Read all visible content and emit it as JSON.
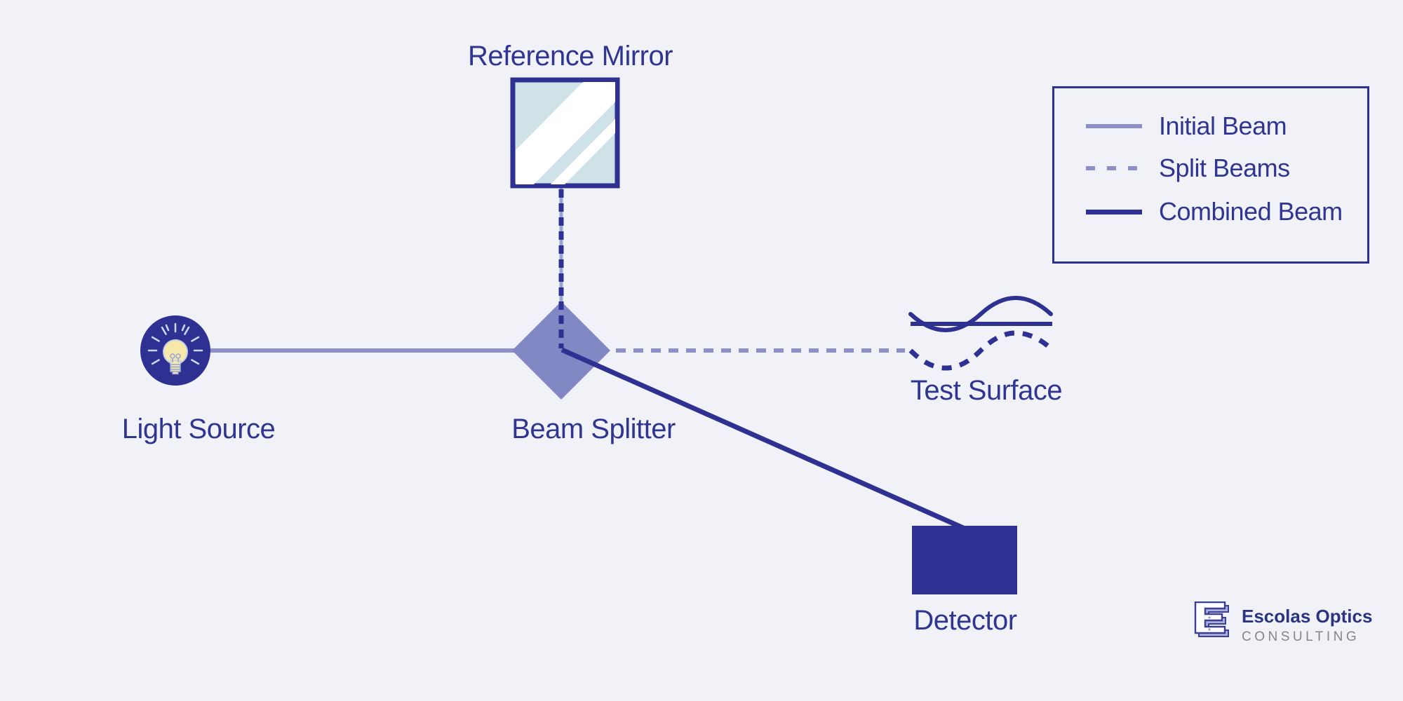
{
  "nodes": {
    "reference_mirror": {
      "label": "Reference Mirror"
    },
    "light_source": {
      "label": "Light Source"
    },
    "beam_splitter": {
      "label": "Beam Splitter"
    },
    "test_surface": {
      "label": "Test Surface"
    },
    "detector": {
      "label": "Detector"
    }
  },
  "legend": {
    "items": [
      {
        "label": "Initial Beam",
        "line_style": "solid",
        "color": "#8b90c8"
      },
      {
        "label": "Split Beams",
        "line_style": "dashed",
        "color": "#8b90c8"
      },
      {
        "label": "Combined Beam",
        "line_style": "solid",
        "color": "#2e3192"
      }
    ]
  },
  "branding": {
    "name": "Escolas Optics",
    "tagline": "CONSULTING"
  },
  "icons": {
    "light_source": "lightbulb-with-rays-icon",
    "beam_splitter": "diamond-shape",
    "reference_mirror": "striped-mirror-square",
    "test_surface": "sine-waves",
    "detector": "filled-rectangle",
    "brand_logo": "letter-e-3d-icon"
  },
  "colors": {
    "background": "#f1f2f8",
    "navy": "#2e3192",
    "beam_purple": "#8b90c8",
    "splitter_purple": "#8188c4",
    "vertical_beam_underlay": "#9ba1d6",
    "mirror_fill": "#cfe2e8",
    "mirror_stripe": "#ffffff",
    "bulb_yellow": "#f6e8a8",
    "label_text": "#2f3590",
    "tagline_gray": "#85858a"
  }
}
